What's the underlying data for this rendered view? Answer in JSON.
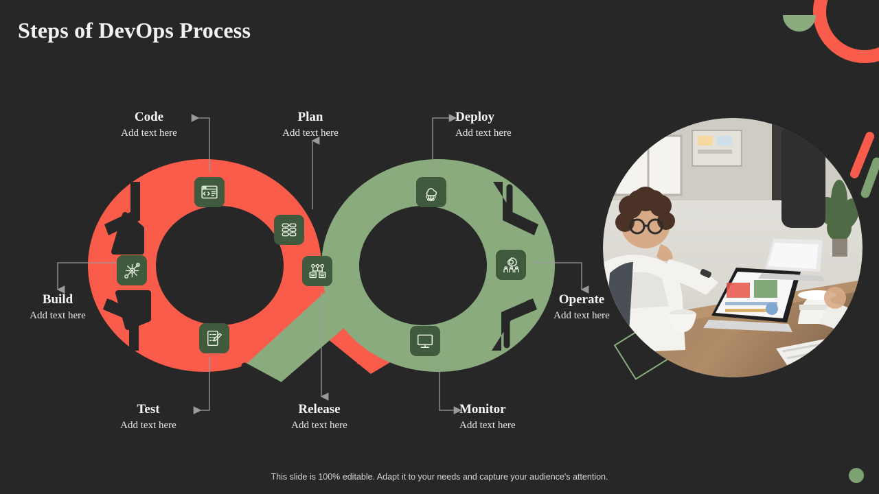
{
  "slide": {
    "title": "Steps of DevOps Process",
    "background_color": "#272727",
    "footer_note": "This slide is 100% editable. Adapt it to your needs and capture your audience's attention."
  },
  "palette": {
    "red": "#fa5c4b",
    "green": "#8aab7e",
    "icon_tile": "#3f5a3c",
    "text": "#f4f4f4",
    "arrow": "#9a9a9a"
  },
  "steps": [
    {
      "id": "code",
      "title": "Code",
      "subtitle": "Add text here",
      "icon": "code-window-icon",
      "loop": "red"
    },
    {
      "id": "plan",
      "title": "Plan",
      "subtitle": "Add text here",
      "icon": "workflow-icon",
      "loop": "red"
    },
    {
      "id": "deploy",
      "title": "Deploy",
      "subtitle": "Add text here",
      "icon": "cloud-network-icon",
      "loop": "green"
    },
    {
      "id": "build",
      "title": "Build",
      "subtitle": "Add text here",
      "icon": "build-nodes-icon",
      "loop": "red"
    },
    {
      "id": "operate",
      "title": "Operate",
      "subtitle": "Add text here",
      "icon": "gear-team-icon",
      "loop": "green"
    },
    {
      "id": "test",
      "title": "Test",
      "subtitle": "Add text here",
      "icon": "checklist-pen-icon",
      "loop": "red"
    },
    {
      "id": "release",
      "title": "Release",
      "subtitle": "Add text here",
      "icon": "release-hub-icon",
      "loop": "cross"
    },
    {
      "id": "monitor",
      "title": "Monitor",
      "subtitle": "Add text here",
      "icon": "desktop-icon",
      "loop": "green"
    }
  ],
  "decorations": [
    {
      "name": "ring-top-right",
      "color": "#fa5c4b",
      "shape": "ring"
    },
    {
      "name": "half-circle-top-right",
      "color": "#8aab7e",
      "shape": "half-circle"
    },
    {
      "name": "bar-right-red",
      "color": "#fa5c4b",
      "shape": "rounded-bar"
    },
    {
      "name": "bar-right-green",
      "color": "#7fa273",
      "shape": "rounded-bar"
    },
    {
      "name": "rect-outline",
      "color": "#8aab7e",
      "shape": "rectangle-outline"
    },
    {
      "name": "dot-bottom-right",
      "color": "#7fa273",
      "shape": "circle"
    }
  ],
  "photo": {
    "name": "team-meeting-photo",
    "description": "Business team working together at a table with laptop"
  }
}
